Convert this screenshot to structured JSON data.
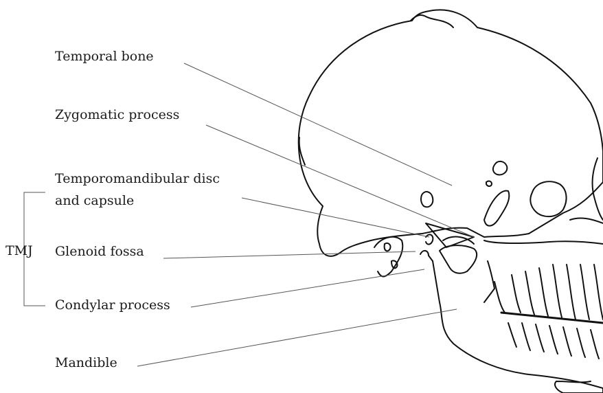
{
  "labels": {
    "temporal_bone": "Temporal bone",
    "zygomatic_process": "Zygomatic process",
    "tmj_disc_line1": "Temporomandibular disc",
    "tmj_disc_line2": "and capsule",
    "glenoid_fossa": "Glenoid fossa",
    "condylar_process": "Condylar process",
    "mandible": "Mandible",
    "tmj_group": "TMJ"
  },
  "colors": {
    "ink": "#111111",
    "leader": "#555555"
  }
}
